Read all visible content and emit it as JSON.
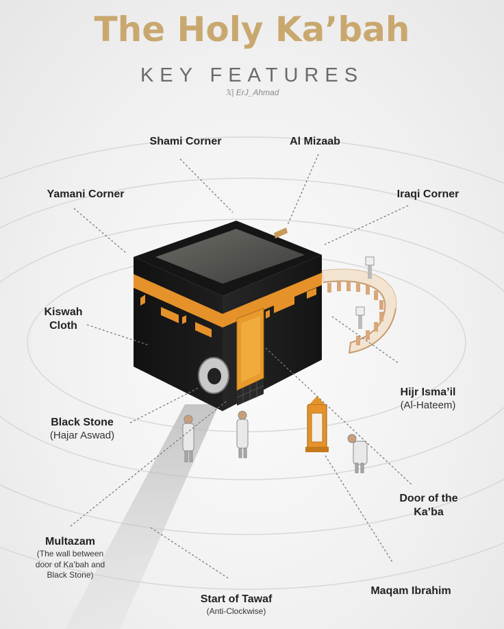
{
  "header": {
    "title": "The Holy Ka’bah",
    "subtitle": "KEY FEATURES",
    "credit": "𝕏| ErJ_Ahmad"
  },
  "labels": {
    "shami_corner": "Shami Corner",
    "al_mizaab": "Al Mizaab",
    "yamani_corner": "Yamani Corner",
    "iraqi_corner": "Iraqi Corner",
    "kiswah_line1": "Kiswah",
    "kiswah_line2": "Cloth",
    "hijr_main": "Hijr Isma’il",
    "hijr_sub": "(Al-Hateem)",
    "black_stone_main": "Black Stone",
    "black_stone_sub": "(Hajar Aswad)",
    "door_line1": "Door of the",
    "door_line2": "Ka’ba",
    "multazam_main": "Multazam",
    "multazam_sub1": "(The wall between",
    "multazam_sub2": "door of Ka’bah and",
    "multazam_sub3": "Black Stone)",
    "maqam_ibrahim": "Maqam Ibrahim",
    "tawaf_main": "Start of Tawaf",
    "tawaf_sub": "(Anti-Clockwise)"
  },
  "colors": {
    "title": "#c9a86f",
    "kaaba_black": "#1b1b1b",
    "gold_band": "#e5922a",
    "floor": "#f3f3f3"
  }
}
